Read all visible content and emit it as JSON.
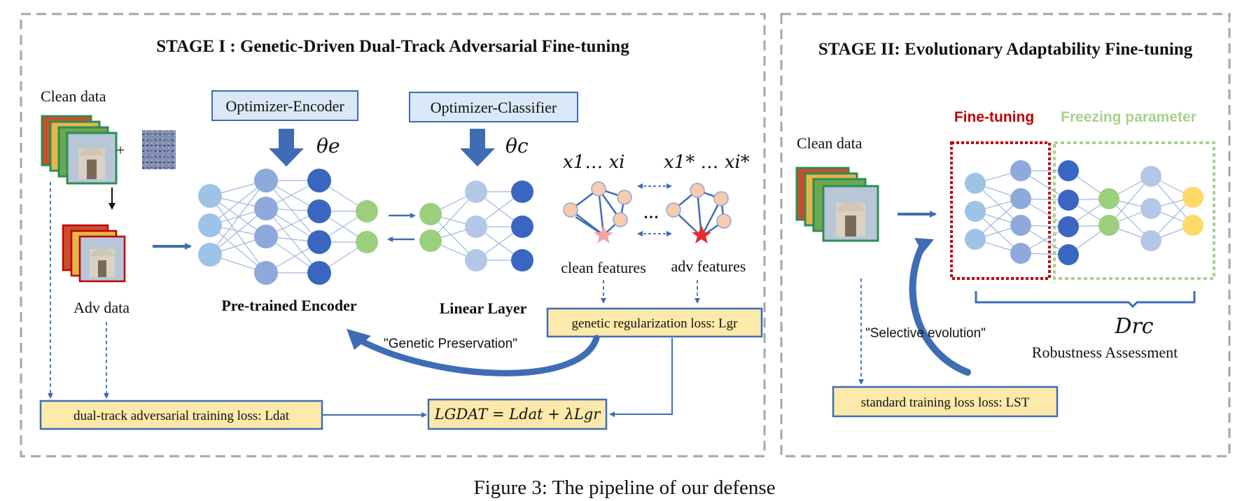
{
  "stage1": {
    "title": "STAGE I : Genetic-Driven Dual-Track Adversarial Fine-tuning",
    "clean_data": "Clean data",
    "plus": "+",
    "adv_data": "Adv data",
    "optimizer_encoder": "Optimizer-Encoder",
    "optimizer_classifier": "Optimizer-Classifier",
    "theta_e": "θe",
    "theta_c": "θc",
    "x_clean": "x1… xi",
    "x_adv": "x1* … xi*",
    "ellipsis": "…",
    "clean_features": "clean features",
    "adv_features": "adv features",
    "encoder_label": "Pre-trained Encoder",
    "linear_label": "Linear Layer",
    "genetic_loss": "genetic regularization loss: Lgr",
    "genetic_preservation": "\"Genetic Preservation\"",
    "dual_loss": "dual-track adversarial training loss: Ldat",
    "total_loss": "LGDAT = Ldat + λLgr"
  },
  "stage2": {
    "title": "STAGE II: Evolutionary Adaptability Fine-tuning",
    "clean_data": "Clean data",
    "fine_tuning": "Fine-tuning",
    "freezing": "Freezing parameter",
    "drc": "Drc",
    "robustness": "Robustness Assessment",
    "selective": "\"Selective evolution\"",
    "std_loss": "standard training loss loss: LST"
  },
  "caption": "Figure 3: The pipeline of our defense",
  "colors": {
    "box_fill": "#fde9a9",
    "box_stroke": "#3e6db5",
    "opt_fill": "#dbe8f7",
    "arrow_blue": "#3e6db5",
    "node_light": "#9dc3e6",
    "node_mid": "#8ea9db",
    "node_dark": "#3a66c1",
    "node_green": "#9bcf7d",
    "node_yellow": "#ffd966",
    "fine_tuning_red": "#c00000",
    "freezing_green": "#a9d18e",
    "dash_gray": "#a6a6a6",
    "graph_node": "#f8cbad",
    "star_red": "#e8292f",
    "star_pink": "#f4a3a8"
  }
}
